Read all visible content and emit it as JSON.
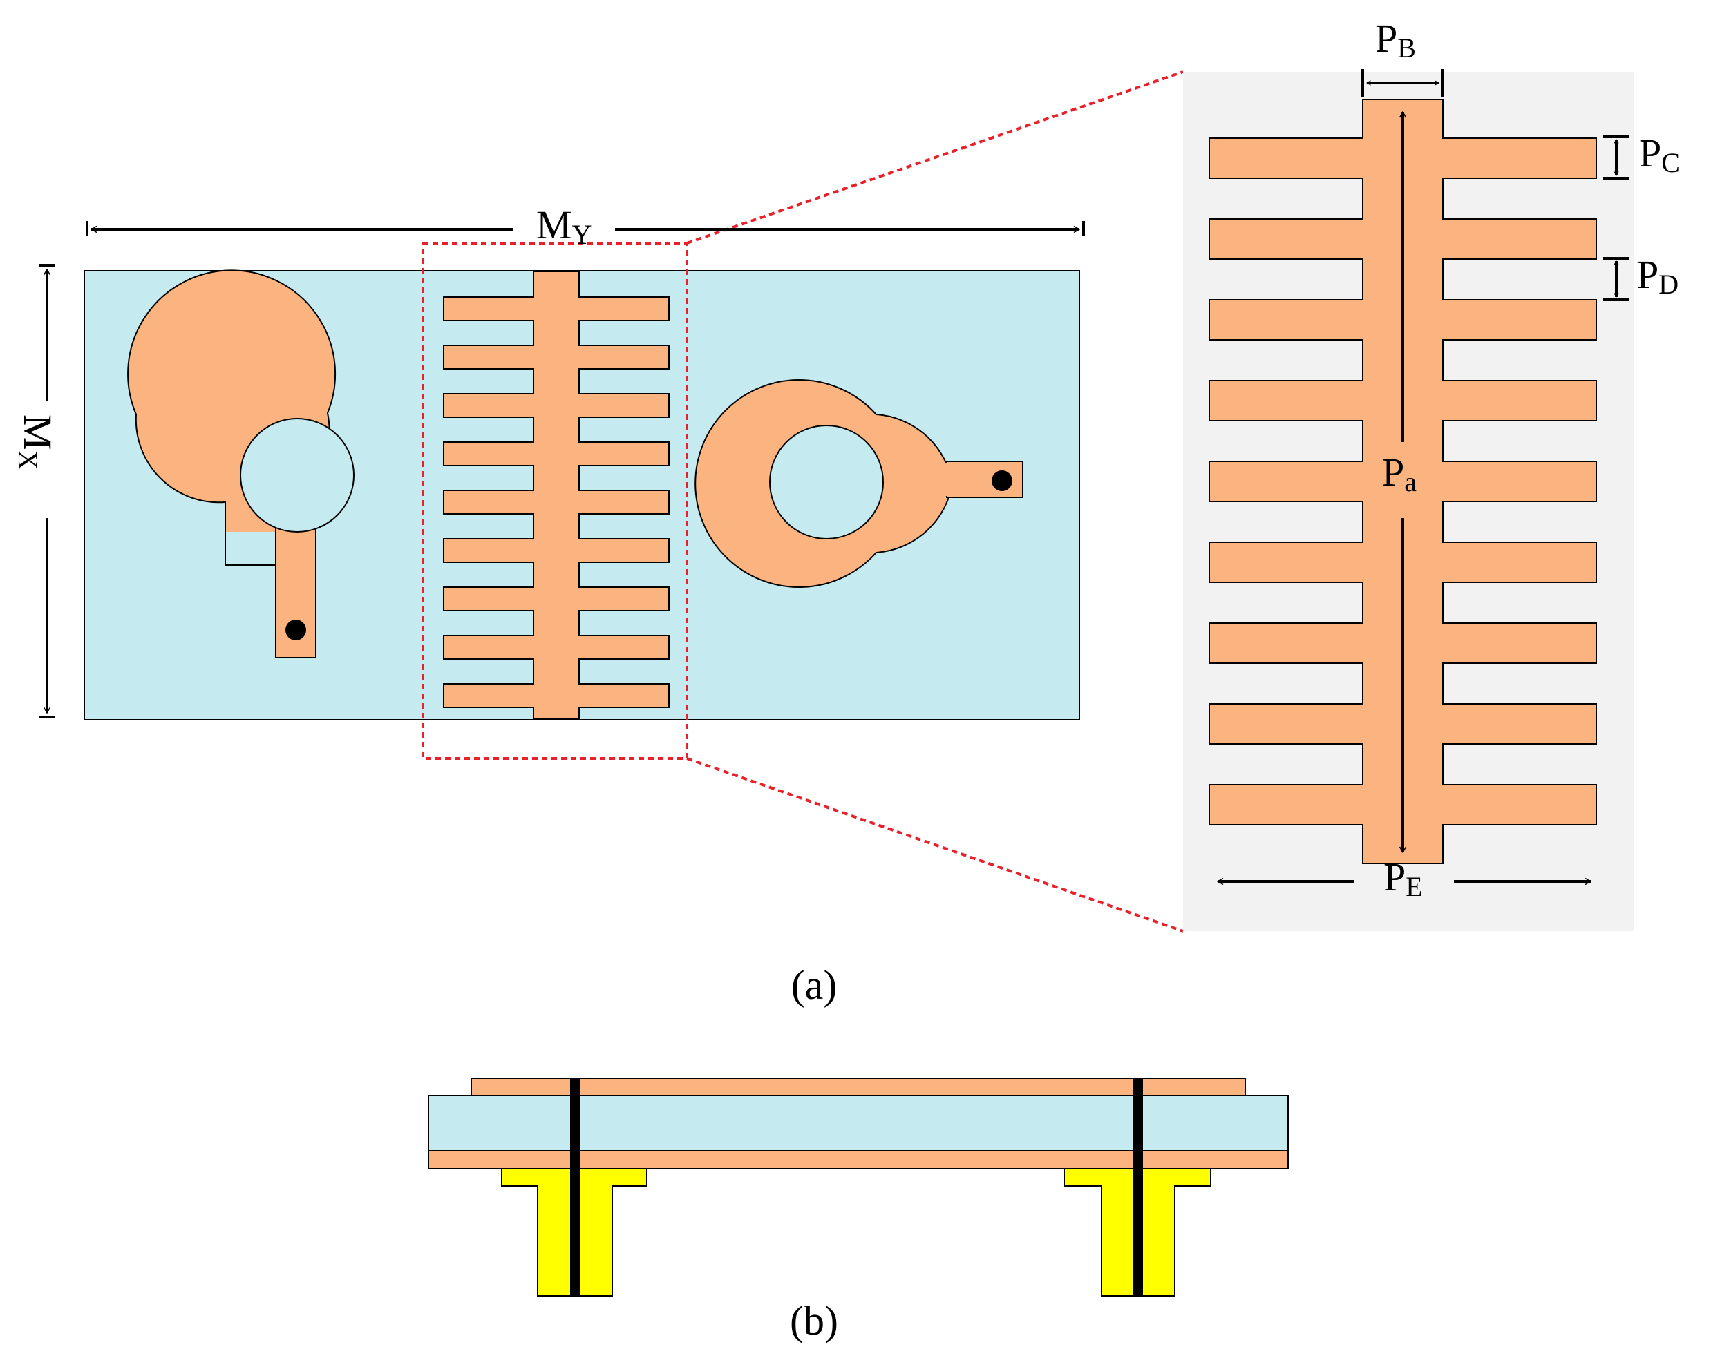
{
  "labels": {
    "my_main": "M",
    "my_sub": "Y",
    "mx_main": "M",
    "mx_sub": "X",
    "pa_main": "P",
    "pa_sub": "a",
    "pb_main": "P",
    "pb_sub": "B",
    "pc_main": "P",
    "pc_sub": "C",
    "pd_main": "P",
    "pd_sub": "D",
    "pe_main": "P",
    "pe_sub": "E",
    "caption_a": "(a)",
    "caption_b": "(b)"
  },
  "colors": {
    "substrate": "#c5ebf1",
    "copper": "#fbb47f",
    "connector": "#ffff00",
    "zoom_bg": "#f2f2f2",
    "zoom_outline": "#e8202a",
    "ink": "#000000"
  }
}
